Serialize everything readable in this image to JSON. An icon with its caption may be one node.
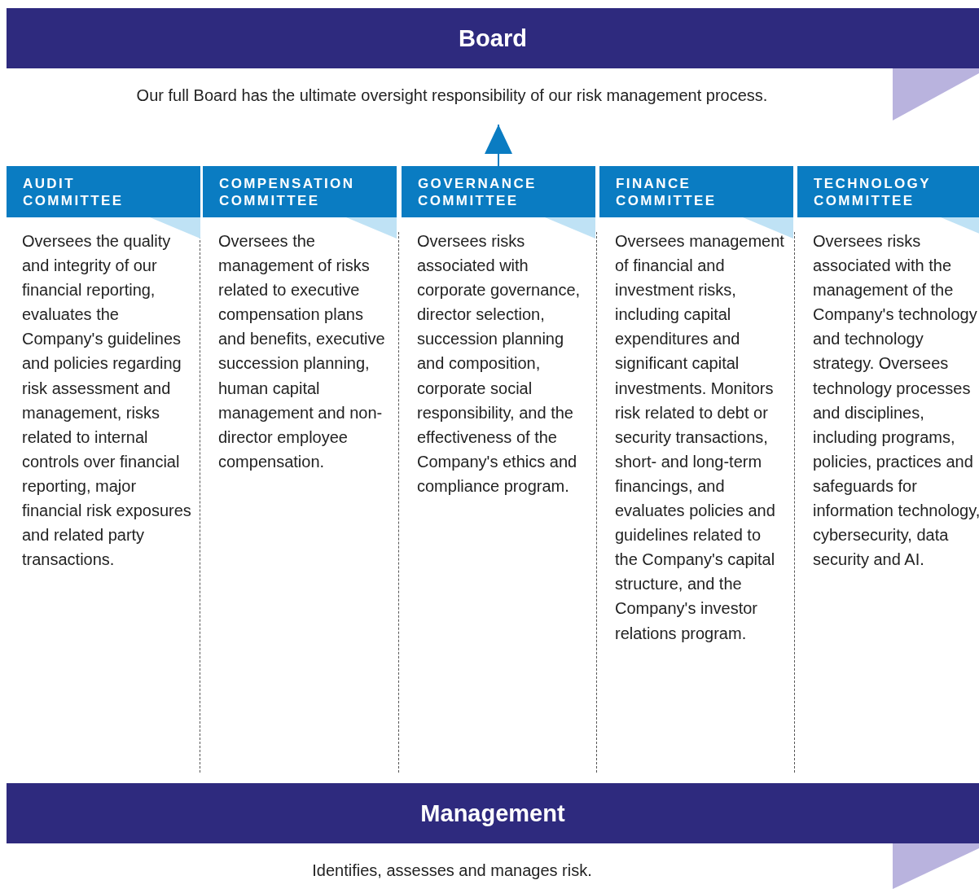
{
  "diagram": {
    "nodes": [
      {
        "text": [
          "Board",
          "Our full Board has the ultimate oversight responsibility of our risk management process."
        ]
      },
      {
        "text": [
          "AUDIT COMMITTEE",
          "Oversees the quality and integrity of our financial reporting, evaluates the Company's guidelines and policies regarding risk assessment and management, risks related to internal controls over financial reporting, major financial risk exposures and related party transactions."
        ]
      },
      {
        "text": [
          "COMPENSATION COMMITTEE",
          "Oversees the management of risks related to executive compensation plans and benefits, executive succession planning, human capital management and non-director employee compensation."
        ]
      },
      {
        "text": [
          "GOVERNANCE COMMITTEE",
          "Oversees risks associated with corporate governance, director selection, succession planning and composition, corporate social responsibility, and the effectiveness of the Company's ethics and compliance program."
        ]
      },
      {
        "text": [
          "FINANCE COMMITTEE",
          "Oversees management of financial and investment risks, including capital expenditures and significant capital investments. Monitors risk related to debt or security transactions, short- and long-term financings, and evaluates policies and guidelines related to the Company's capital structure, and the Company's investor relations program."
        ]
      },
      {
        "text": [
          "TECHNOLOGY COMMITTEE",
          "Oversees risks associated with the management of the Company's technology and technology strategy. Oversees technology processes and disciplines, including programs, policies, practices and safeguards for information technology, cybersecurity, data security and AI."
        ]
      },
      {
        "text": [
          "Management",
          "Identifies, assesses and manages risk."
        ]
      }
    ],
    "edges": [
      {
        "from": 3,
        "to": 0,
        "arrow": "to"
      }
    ]
  }
}
